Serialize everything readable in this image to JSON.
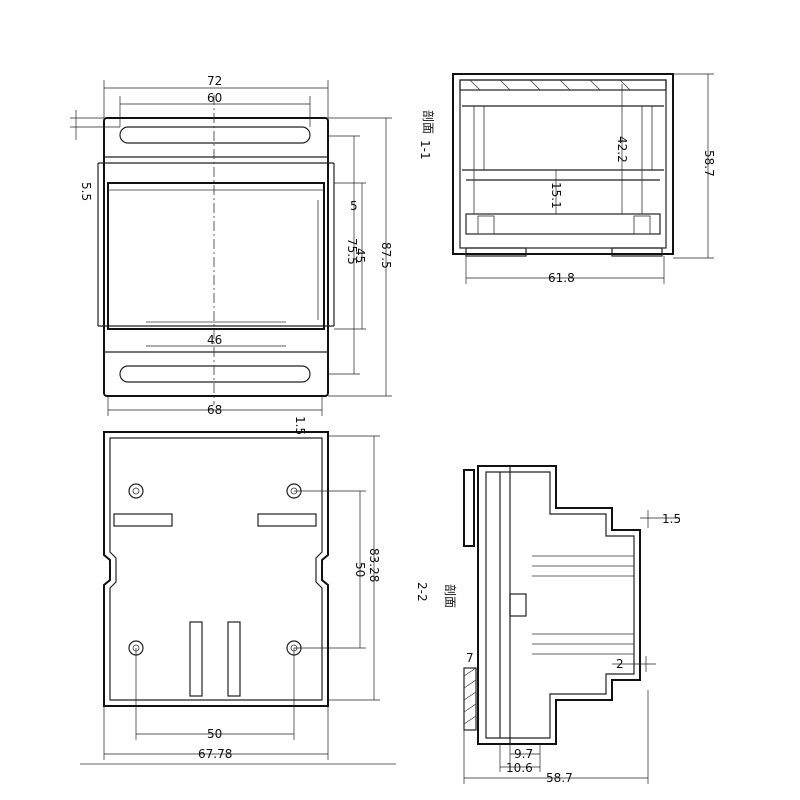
{
  "front_view": {
    "dim_width_outer": "72",
    "dim_width_inner": "60",
    "dim_slot_offset": "5.5",
    "dim_height_total": "87.5",
    "dim_height_mid": "75.5",
    "dim_height_window": "45",
    "dim_step": "5",
    "dim_inner_width": "46",
    "dim_base_width": "68"
  },
  "section_1_1": {
    "label": "1-1",
    "label_prefix": "剖面",
    "dim_depth": "58.7",
    "dim_inner_height": "42.2",
    "dim_lower": "15.1",
    "dim_width": "61.8"
  },
  "back_view": {
    "dim_clearance": "1.5",
    "dim_height_outer": "83.28",
    "dim_hole_spacing_v": "50",
    "dim_hole_spacing_h": "50",
    "dim_width": "67.78"
  },
  "section_2_2": {
    "label": "2-2",
    "label_prefix": "剖面",
    "dim_wall": "1.5",
    "dim_step": "2",
    "dim_a": "9.7",
    "dim_b": "10.6",
    "dim_depth": "58.7",
    "dim_small": "7"
  }
}
